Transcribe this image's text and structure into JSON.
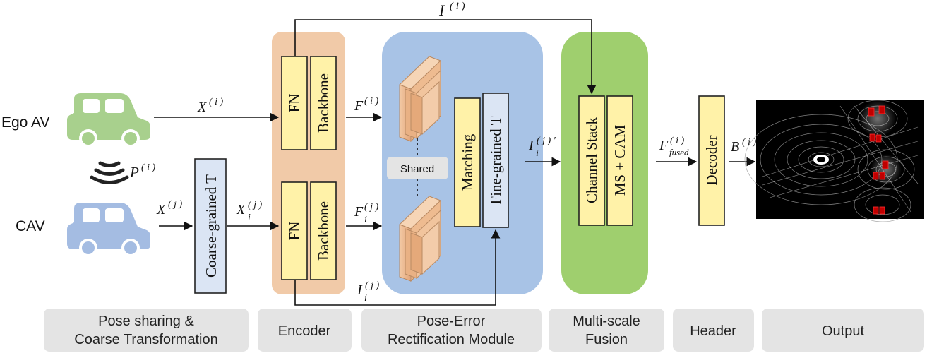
{
  "labels": {
    "ego_av": "Ego AV",
    "cav": "CAV",
    "shared": "Shared"
  },
  "math": {
    "i_top": "I",
    "i_top_sup": "( i )",
    "x_i": "X",
    "x_i_sup": "( i )",
    "p_i": "P",
    "p_i_sup": "( i )",
    "x_j": "X",
    "x_j_sup": "( j )",
    "x_ij": "X",
    "x_ij_sup": "( j )",
    "x_ij_sub": "i",
    "f_i": "F",
    "f_i_sup": "( i )",
    "f_ij": "F",
    "f_ij_sup": "( j )",
    "f_ij_sub": "i",
    "i_ij_bottom": "I",
    "i_ij_bottom_sup": "( j )",
    "i_ij_bottom_sub": "i",
    "i_ij_prime": "I",
    "i_ij_prime_sup": "( j ) '",
    "i_ij_prime_sub": "i",
    "f_fused": "F",
    "f_fused_sup": "( i )",
    "f_fused_sub": "fused",
    "b_i": "B",
    "b_i_sup": "( i )"
  },
  "blocks": {
    "coarse": "Coarse-grained T",
    "fn": "FN",
    "backbone": "Backbone",
    "matching": "Matching",
    "fine": "Fine-grained T",
    "channel_stack": "Channel Stack",
    "ms_cam": "MS + CAM",
    "decoder": "Decoder"
  },
  "stages": {
    "pose_line1": "Pose sharing &",
    "pose_line2": "Coarse Transformation",
    "encoder": "Encoder",
    "perm_line1": "Pose-Error",
    "perm_line2": "Rectification Module",
    "fusion_line1": "Multi-scale",
    "fusion_line2": "Fusion",
    "header": "Header",
    "output": "Output"
  },
  "colors": {
    "ego_car": "#a8d08d",
    "cav_car": "#a4bce2",
    "encoder_bg": "#f1caa8",
    "perm_bg": "#a8c3e6",
    "fusion_bg": "#9fcf6e",
    "block_fill": "#fff2a8",
    "fine_fill": "#dbe5f4",
    "stage_fill": "#e4e4e4"
  }
}
